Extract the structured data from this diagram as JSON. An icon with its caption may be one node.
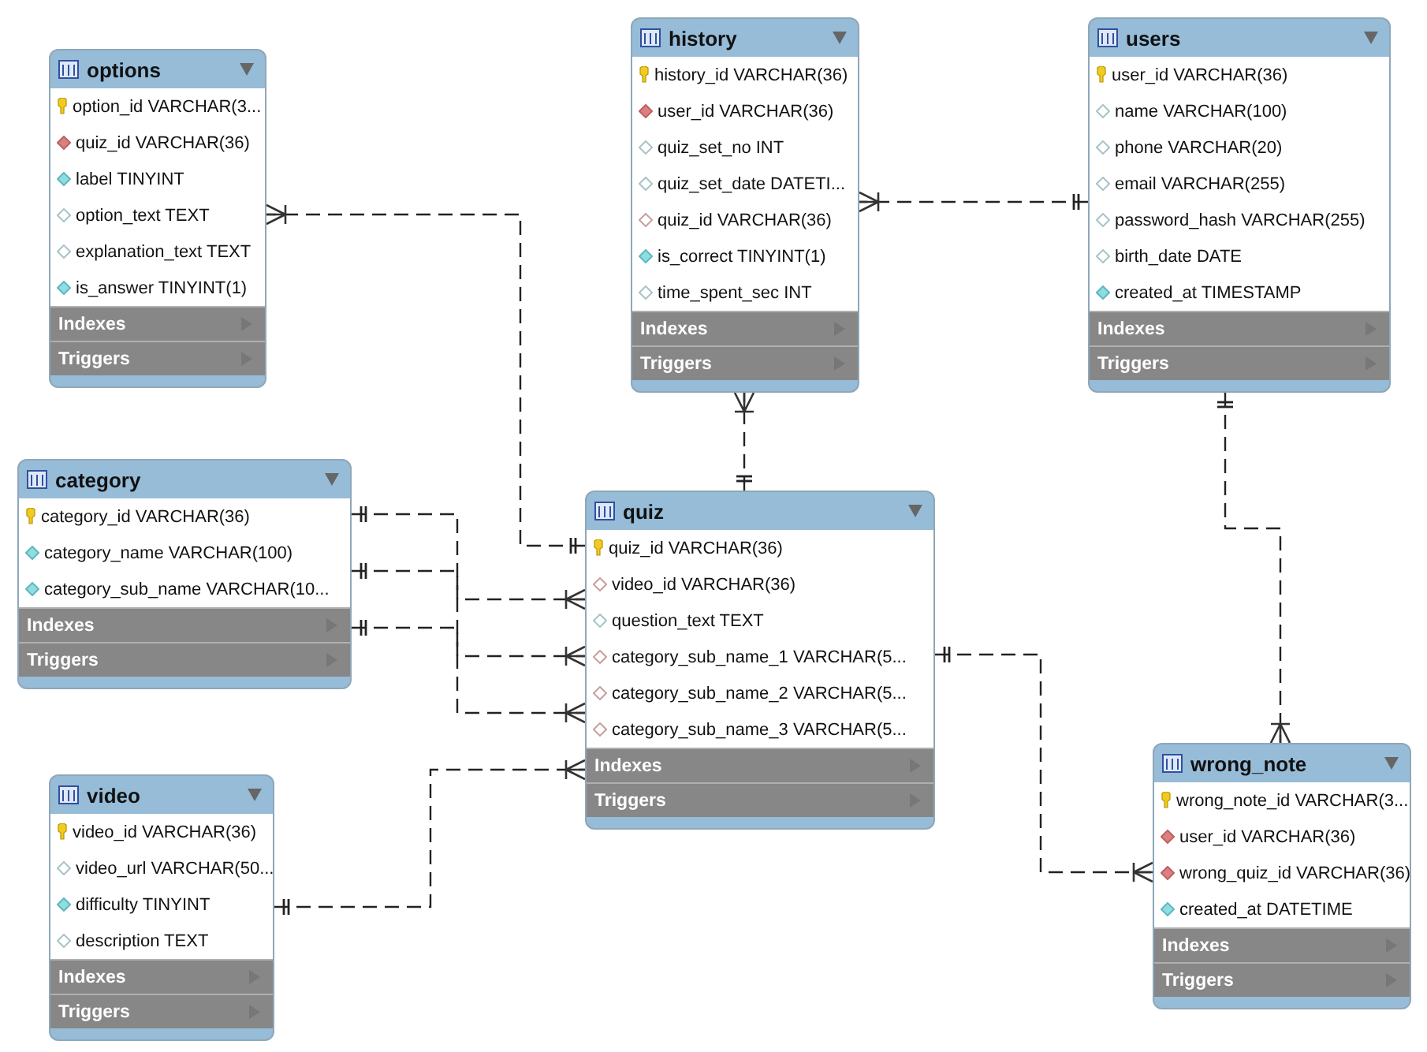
{
  "diagram": {
    "nodes": [
      {
        "text": [
          "options",
          "option_id VARCHAR(3...",
          "quiz_id VARCHAR(36)",
          "label TINYINT",
          "option_text TEXT",
          "explanation_text TEXT",
          "is_answer TINYINT(1)",
          "Indexes",
          "Triggers"
        ]
      },
      {
        "text": [
          "history",
          "history_id VARCHAR(36)",
          "user_id VARCHAR(36)",
          "quiz_set_no INT",
          "quiz_set_date DATETI...",
          "quiz_id VARCHAR(36)",
          "is_correct TINYINT(1)",
          "time_spent_sec INT",
          "Indexes",
          "Triggers"
        ]
      },
      {
        "text": [
          "users",
          "user_id VARCHAR(36)",
          "name VARCHAR(100)",
          "phone VARCHAR(20)",
          "email VARCHAR(255)",
          "password_hash VARCHAR(255)",
          "birth_date DATE",
          "created_at TIMESTAMP",
          "Indexes",
          "Triggers"
        ]
      },
      {
        "text": [
          "category",
          "category_id VARCHAR(36)",
          "category_name VARCHAR(100)",
          "category_sub_name VARCHAR(10...",
          "Indexes",
          "Triggers"
        ]
      },
      {
        "text": [
          "quiz",
          "quiz_id VARCHAR(36)",
          "video_id VARCHAR(36)",
          "question_text TEXT",
          "category_sub_name_1 VARCHAR(5...",
          "category_sub_name_2 VARCHAR(5...",
          "category_sub_name_3 VARCHAR(5...",
          "Indexes",
          "Triggers"
        ]
      },
      {
        "text": [
          "video",
          "video_id VARCHAR(36)",
          "video_url VARCHAR(50...",
          "difficulty TINYINT",
          "description TEXT",
          "Indexes",
          "Triggers"
        ]
      },
      {
        "text": [
          "wrong_note",
          "wrong_note_id VARCHAR(3...",
          "user_id VARCHAR(36)",
          "wrong_quiz_id VARCHAR(36)",
          "created_at DATETIME",
          "Indexes",
          "Triggers"
        ]
      }
    ],
    "edges": [
      {
        "from": 4,
        "to": 0,
        "arrow": "other",
        "style": "dashed"
      },
      {
        "from": 2,
        "to": 1,
        "arrow": "other",
        "style": "dashed"
      },
      {
        "from": 4,
        "to": 1,
        "arrow": "other",
        "style": "dashed"
      },
      {
        "from": 2,
        "to": 6,
        "arrow": "other",
        "style": "dashed"
      },
      {
        "from": 3,
        "to": 4,
        "arrow": "other",
        "style": "dashed"
      },
      {
        "from": 3,
        "to": 4,
        "arrow": "other",
        "style": "dashed"
      },
      {
        "from": 3,
        "to": 4,
        "arrow": "other",
        "style": "dashed"
      },
      {
        "from": 5,
        "to": 4,
        "arrow": "other",
        "style": "dashed"
      },
      {
        "from": 4,
        "to": 6,
        "arrow": "other",
        "style": "dashed"
      }
    ]
  }
}
